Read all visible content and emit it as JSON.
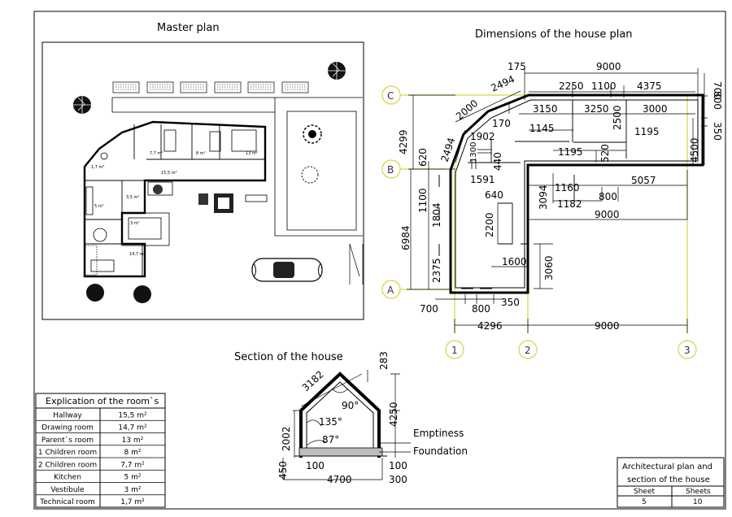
{
  "titles": {
    "master_plan": "Master plan",
    "dimensions": "Dimensions of the house plan",
    "section": "Section of the house"
  },
  "room_table": {
    "header": "Explication of the room`s",
    "rows": [
      {
        "name": "Hallway",
        "area": "15,5 m²"
      },
      {
        "name": "Drawing room",
        "area": "14,7 m²"
      },
      {
        "name": "Parent`s room",
        "area": "13 m²"
      },
      {
        "name": "1 Children room",
        "area": "8 m²"
      },
      {
        "name": "2 Children room",
        "area": "7,7 m²"
      },
      {
        "name": "Kitchen",
        "area": "5 m²"
      },
      {
        "name": "Vestibule",
        "area": "3 m²"
      },
      {
        "name": "Technical room",
        "area": "1,7 m²"
      }
    ]
  },
  "title_block": {
    "title_line1": "Architectural plan and",
    "title_line2": "section of the house",
    "sheet_label": "Sheet",
    "sheets_label": "Sheets",
    "sheet_value": "5",
    "sheets_value": "10"
  },
  "axes": {
    "c": "C",
    "b": "B",
    "a": "A",
    "n1": "1",
    "n2": "2",
    "n3": "3"
  },
  "plan_dims": {
    "d175": "175",
    "d9000_top": "9000",
    "d700": "700",
    "d2494_top": "2494",
    "d2250": "2250",
    "d1100": "1100",
    "d4375": "4375",
    "d800_right": "800",
    "d2000": "2000",
    "d3150": "3150",
    "d3250": "3250",
    "d3000": "3000",
    "d350_right": "350",
    "d4299": "4299",
    "d170": "170",
    "d1902": "1902",
    "d1145": "1145",
    "d2500": "2500",
    "d1195_a": "1195",
    "d4500": "4500",
    "d2494_left": "2494",
    "d620": "620",
    "d1300": "1300",
    "d440": "440",
    "d1195_b": "1195",
    "d520": "520",
    "d1591": "1591",
    "d5057": "5057",
    "d3094": "3094",
    "d1160": "1160",
    "d1182": "1182",
    "d800_mid": "800",
    "d640": "640",
    "d1100_left": "1100",
    "d1804": "1804",
    "d9000_mid": "9000",
    "d6984": "6984",
    "d2200": "2200",
    "d1600": "1600",
    "d3060": "3060",
    "d2375": "2375",
    "d700_bottom": "700",
    "d800_bottom": "800",
    "d350_bottom": "350",
    "d4296": "4296",
    "d9000_bottom": "9000"
  },
  "section_dims": {
    "d3182": "3182",
    "d283": "283",
    "d90deg": "90°",
    "d4250": "4250",
    "d135deg": "135°",
    "d2002": "2002",
    "d87deg": "87°",
    "emptiness": "Emptiness",
    "foundation": "Foundation",
    "d450": "450",
    "d100_left": "100",
    "d100_right": "100",
    "d4700": "4700",
    "d300": "300"
  },
  "site_rooms": {
    "r1": "14,7 m²",
    "r2": "7,7 m²",
    "r3": "8 m²",
    "r4": "13 m²",
    "r5": "15,5 m²",
    "r6": "1,7 m²",
    "r7": "5 m²",
    "r8": "3,5 m²",
    "r9": "3 m²"
  }
}
